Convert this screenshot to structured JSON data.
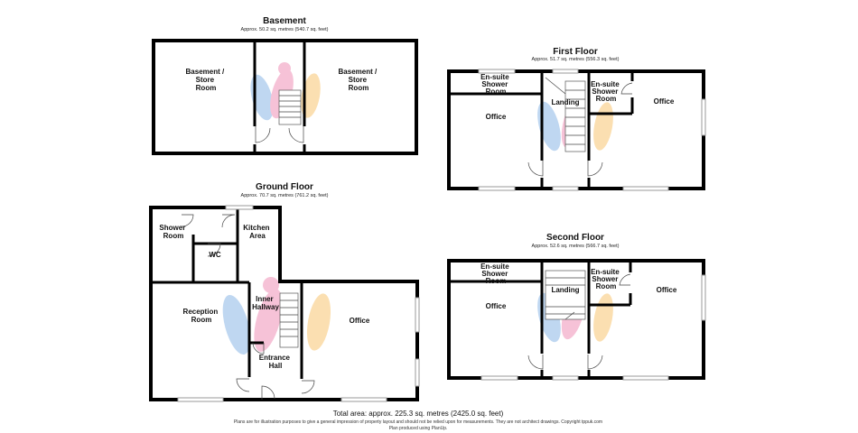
{
  "floors": {
    "basement": {
      "title": "Basement",
      "area": "Approx. 50.2 sq. metres (540.7 sq. feet)"
    },
    "first": {
      "title": "First Floor",
      "area": "Approx. 51.7 sq. metres (556.3 sq. feet)"
    },
    "ground": {
      "title": "Ground Floor",
      "area": "Approx. 70.7 sq. metres (761.2 sq. feet)"
    },
    "second": {
      "title": "Second Floor",
      "area": "Approx. 52.6 sq. metres (566.7 sq. feet)"
    }
  },
  "rooms": {
    "basement_left": [
      "Basement /",
      "Store",
      "Room"
    ],
    "basement_right": [
      "Basement /",
      "Store",
      "Room"
    ],
    "first_ensuite_left": [
      "En-suite",
      "Shower",
      "Room"
    ],
    "first_office_left": [
      "Office"
    ],
    "first_landing": [
      "Landing"
    ],
    "first_ensuite_right": [
      "En-suite",
      "Shower",
      "Room"
    ],
    "first_office_right": [
      "Office"
    ],
    "ground_shower": [
      "Shower",
      "Room"
    ],
    "ground_wc": [
      "WC"
    ],
    "ground_kitchen": [
      "Kitchen",
      "Area"
    ],
    "ground_inner_hallway": [
      "Inner",
      "Hallway"
    ],
    "ground_reception": [
      "Reception",
      "Room"
    ],
    "ground_entrance": [
      "Entrance",
      "Hall"
    ],
    "ground_office": [
      "Office"
    ],
    "second_ensuite_left": [
      "En-suite",
      "Shower",
      "Room"
    ],
    "second_office_left": [
      "Office"
    ],
    "second_landing": [
      "Landing"
    ],
    "second_ensuite_right": [
      "En-suite",
      "Shower",
      "Room"
    ],
    "second_office_right": [
      "Office"
    ]
  },
  "footer": {
    "total": "Total area: approx. 225.3 sq. metres (2425.0 sq. feet)",
    "disclaimer": "Plans are for illustration purposes to give a general impression of property layout and should not be relied upon for measurements. They are not architect drawings.  Copyright tppuk.com",
    "produced": "Plan produced using PlanUp."
  },
  "colors": {
    "wall": "#000000",
    "watermark_pink": "#e8538f",
    "watermark_blue": "#4a90d9",
    "watermark_orange": "#f5a623"
  }
}
